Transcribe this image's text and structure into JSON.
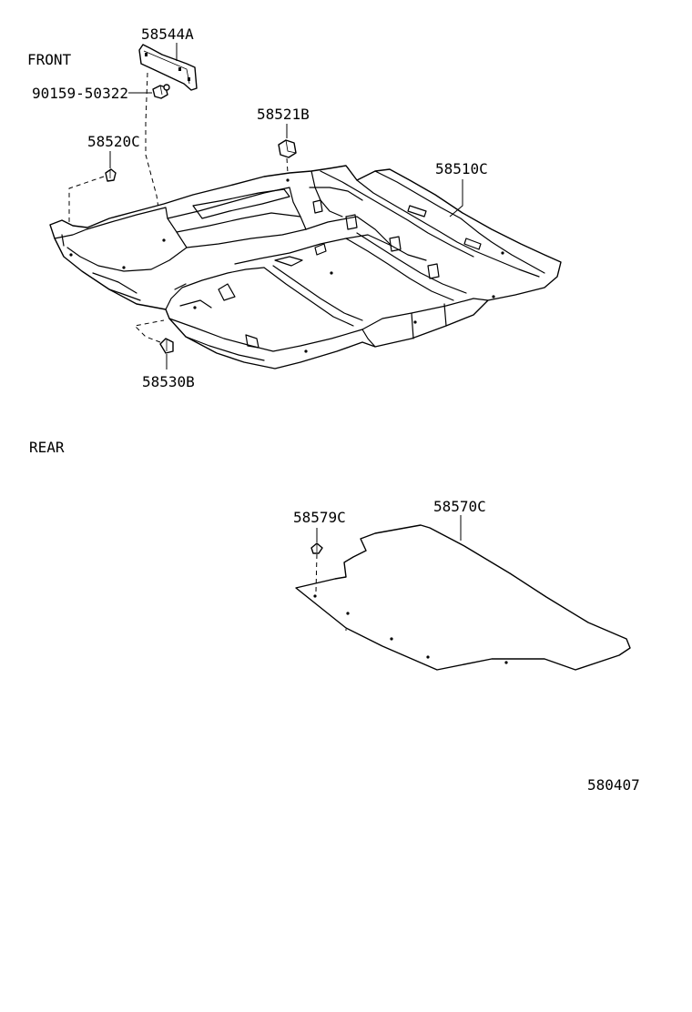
{
  "sections": {
    "front": "FRONT",
    "rear": "REAR"
  },
  "parts": {
    "p58544A": "58544A",
    "p90159": "90159-50322",
    "p58521B": "58521B",
    "p58520C": "58520C",
    "p58510C": "58510C",
    "p58530B": "58530B",
    "p58579C": "58579C",
    "p58570C": "58570C"
  },
  "figure_number": "580407"
}
